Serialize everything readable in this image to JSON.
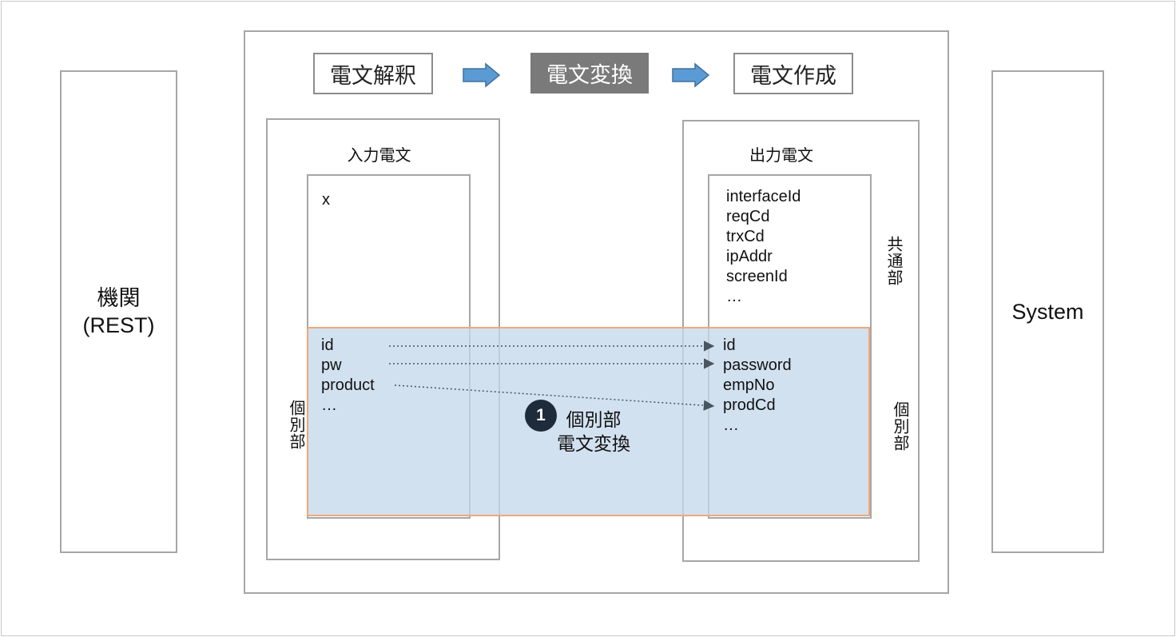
{
  "left_system": {
    "line1": "機関",
    "line2": "(REST)"
  },
  "right_system": {
    "label": "System"
  },
  "steps": [
    {
      "label": "電文解釈",
      "active": false
    },
    {
      "label": "電文変換",
      "active": true
    },
    {
      "label": "電文作成",
      "active": false
    }
  ],
  "input": {
    "title": "入力電文",
    "common_fields": [
      "x"
    ],
    "individual_fields": [
      "id",
      "pw",
      "product",
      "…"
    ],
    "individual_label": "個別部"
  },
  "output": {
    "title": "出力電文",
    "common_fields": [
      "interfaceId",
      "reqCd",
      "trxCd",
      "ipAddr",
      "screenId",
      "…"
    ],
    "common_label": "共通部",
    "individual_fields": [
      "id",
      "password",
      "empNo",
      "prodCd",
      "…"
    ],
    "individual_label": "個別部"
  },
  "mapping_step": {
    "number": "1",
    "line1": "個別部",
    "line2": "電文変換"
  },
  "mappings": [
    {
      "from": "id",
      "to": "id"
    },
    {
      "from": "pw",
      "to": "password"
    },
    {
      "from": "product",
      "to": "prodCd"
    }
  ],
  "colors": {
    "arrow_fill": "#5b9bd5",
    "arrow_stroke": "#41719c",
    "band_fill": "#c5d8ec",
    "band_border": "#f0a878",
    "active_step": "#7a7a7a",
    "badge": "#1e2b3a"
  }
}
